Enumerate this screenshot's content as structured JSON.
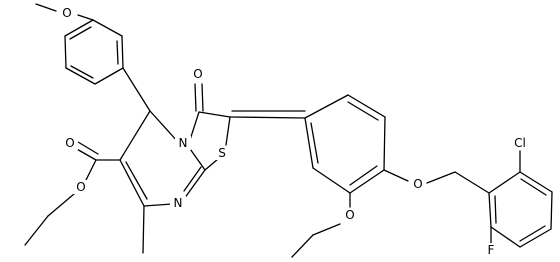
{
  "molecule": {
    "atom_labels": {
      "o_methoxy": "O",
      "o_ketone": "O",
      "n_ring": "N",
      "n_imine": "N",
      "s_ring": "S",
      "o_carbonyl": "O",
      "o_ester": "O",
      "o_ether": "O",
      "o_ethoxy": "O",
      "cl": "Cl",
      "f": "F"
    }
  }
}
